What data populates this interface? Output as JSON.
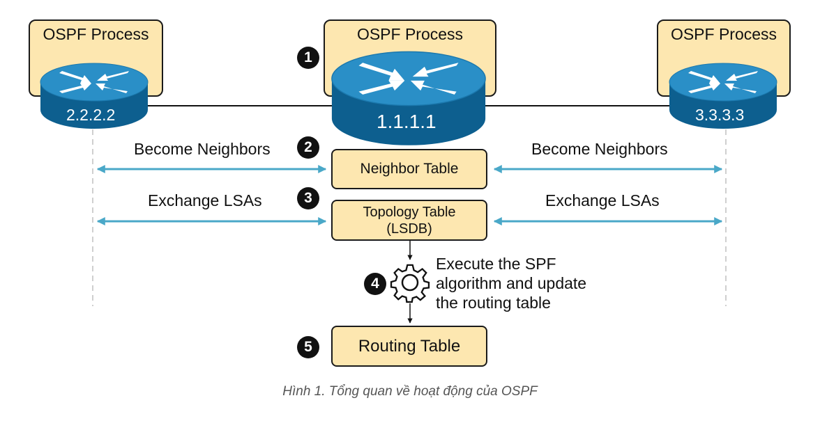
{
  "routers": [
    {
      "process_label": "OSPF Process",
      "id": "2.2.2.2"
    },
    {
      "process_label": "OSPF Process",
      "id": "1.1.1.1"
    },
    {
      "process_label": "OSPF Process",
      "id": "3.3.3.3"
    }
  ],
  "steps": [
    "1",
    "2",
    "3",
    "4",
    "5"
  ],
  "labels": {
    "become_neighbors_left": "Become Neighbors",
    "become_neighbors_right": "Become Neighbors",
    "exchange_lsas_left": "Exchange LSAs",
    "exchange_lsas_right": "Exchange LSAs",
    "spf_line1": "Execute the SPF",
    "spf_line2": "algorithm and update",
    "spf_line3": "the routing table"
  },
  "tables": {
    "neighbor": "Neighbor Table",
    "topology_line1": "Topology Table",
    "topology_line2": "(LSDB)",
    "routing": "Routing Table"
  },
  "caption": "Hình 1. Tổng quan về hoạt động của OSPF",
  "colors": {
    "box_fill": "#fde7b0",
    "router_top": "#2a8fc7",
    "router_side": "#0d5f8f",
    "arrow": "#4aa8c8"
  },
  "icons": [
    "router-icon",
    "gear-icon"
  ]
}
